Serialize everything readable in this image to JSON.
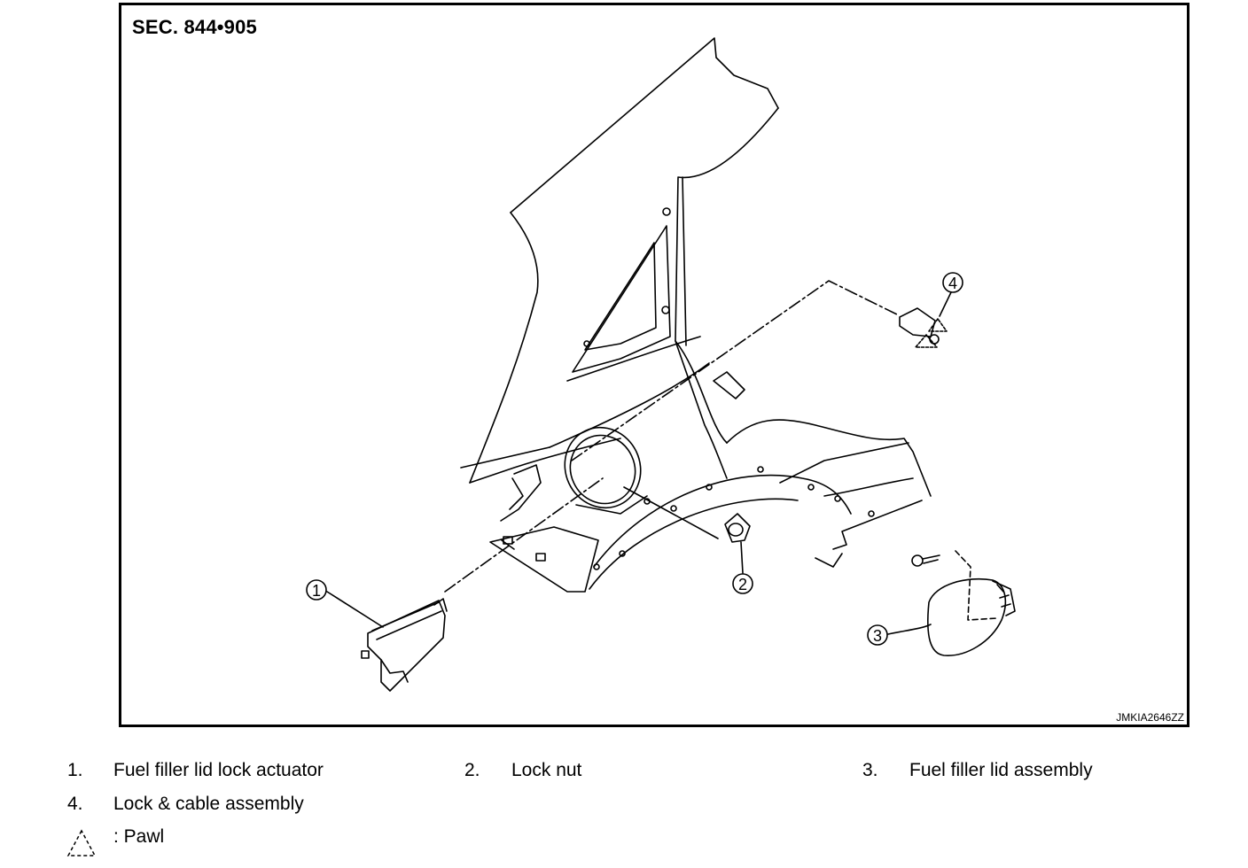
{
  "diagram": {
    "section_label": "SEC. 844•905",
    "figure_code": "JMKIA2646ZZ",
    "callouts": [
      "1",
      "2",
      "3",
      "4"
    ]
  },
  "legend": {
    "items": [
      {
        "num": "1.",
        "text": "Fuel filler lid lock actuator"
      },
      {
        "num": "2.",
        "text": "Lock nut"
      },
      {
        "num": "3.",
        "text": "Fuel filler lid assembly"
      },
      {
        "num": "4.",
        "text": "Lock & cable assembly"
      }
    ],
    "pawl_label": ": Pawl"
  },
  "icons": {
    "pawl": "dashed-triangle-icon"
  }
}
